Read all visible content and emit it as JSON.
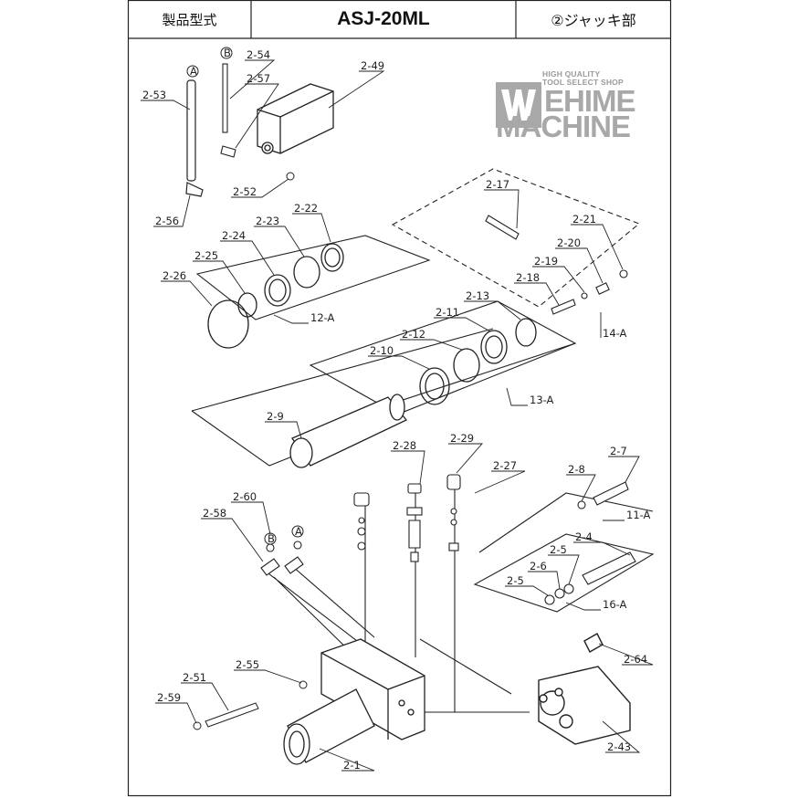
{
  "header": {
    "label": "製品型式",
    "model": "ASJ-20ML",
    "section": "②ジャッキ部"
  },
  "watermark": {
    "line1": "HIGH QUALITY",
    "line2": "TOOL SELECT SHOP",
    "line3": "EHIME",
    "line4": "MACHINE"
  },
  "parts": {
    "p2_1": "2-1",
    "p2_4": "2-4",
    "p2_5a": "2-5",
    "p2_5b": "2-5",
    "p2_6": "2-6",
    "p2_7": "2-7",
    "p2_8": "2-8",
    "p2_9": "2-9",
    "p2_10": "2-10",
    "p2_11": "2-11",
    "p2_12": "2-12",
    "p2_13": "2-13",
    "p2_17": "2-17",
    "p2_18": "2-18",
    "p2_19": "2-19",
    "p2_20": "2-20",
    "p2_21": "2-21",
    "p2_22": "2-22",
    "p2_23": "2-23",
    "p2_24": "2-24",
    "p2_25": "2-25",
    "p2_26": "2-26",
    "p2_27": "2-27",
    "p2_28": "2-28",
    "p2_29": "2-29",
    "p2_43": "2-43",
    "p2_49": "2-49",
    "p2_51": "2-51",
    "p2_52": "2-52",
    "p2_53": "2-53",
    "p2_54": "2-54",
    "p2_55": "2-55",
    "p2_56": "2-56",
    "p2_57": "2-57",
    "p2_58": "2-58",
    "p2_59": "2-59",
    "p2_60": "2-60",
    "p2_64": "2-64"
  },
  "assemblies": {
    "a11": "11-A",
    "a12": "12-A",
    "a13": "13-A",
    "a14": "14-A",
    "a16": "16-A"
  },
  "markers": {
    "A": "A",
    "B": "B"
  }
}
